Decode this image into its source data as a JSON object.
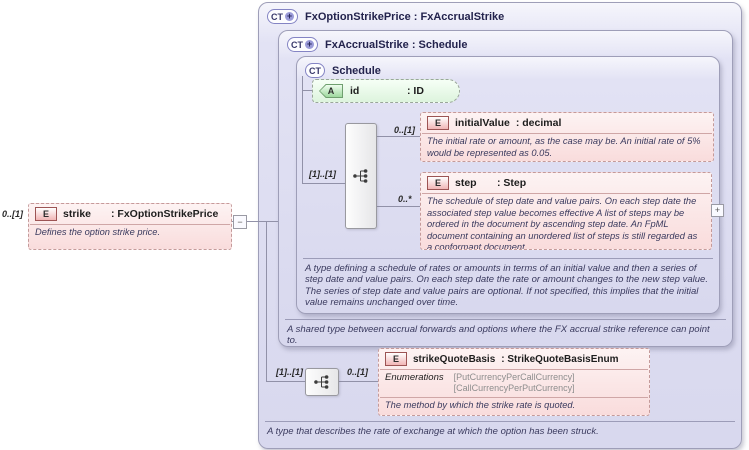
{
  "outer": {
    "badge": "CT",
    "plus": "+",
    "title": "FxOptionStrikePrice : FxAccrualStrike",
    "footer": "A type that describes the rate of exchange at which the option has been struck."
  },
  "accrual": {
    "badge": "CT",
    "plus": "+",
    "title": "FxAccrualStrike : Schedule",
    "footer": "A shared type between accrual forwards and options where the FX accrual strike reference can point to."
  },
  "schedule": {
    "badge": "CT",
    "title": "Schedule",
    "footer": "A type defining a schedule of rates or amounts in terms of an initial value and then a series of step date and value pairs. On each step date the rate or amount changes to the new step value. The series of step date and value pairs are optional. If not specified, this implies that the initial value remains unchanged over time.",
    "seq_cardinality": "[1]..[1]",
    "id_attr": {
      "badge": "A",
      "name": "id",
      "type": ": ID"
    }
  },
  "strike": {
    "cardinality": "0..[1]",
    "badge": "E",
    "name": "strike",
    "type": ": FxOptionStrikePrice",
    "doc": "Defines the option strike price.",
    "collapse_glyph": "−"
  },
  "initial_value": {
    "cardinality": "0..[1]",
    "badge": "E",
    "name": "initialValue",
    "type": ": decimal",
    "doc": "The initial rate or amount, as the case may be. An initial rate of 5% would be represented as 0.05."
  },
  "step": {
    "cardinality": "0..*",
    "badge": "E",
    "name": "step",
    "type": ": Step",
    "doc": "The schedule of step date and value pairs. On each step date the associated step value becomes effective A list of steps may be ordered in the document by ascending step date. An FpML document containing an unordered list of steps is still regarded as a conformant document.",
    "expand_glyph": "+"
  },
  "bottom_seq": {
    "left_cardinality": "[1]..[1]",
    "right_cardinality": "0..[1]"
  },
  "strike_quote_basis": {
    "badge": "E",
    "name": "strikeQuoteBasis",
    "type": ": StrikeQuoteBasisEnum",
    "enum_label": "Enumerations",
    "enum_values": [
      "[PutCurrencyPerCallCurrency]",
      "[CallCurrencyPerPutCurrency]"
    ],
    "doc": "The method by which the strike rate is quoted."
  },
  "colors": {
    "container_fill": "#d8d8ee",
    "element_fill": "#f9dcdc",
    "attribute_fill": "#ddf4dd",
    "doc_text": "#3a3a5e",
    "line": "#9191a8"
  }
}
